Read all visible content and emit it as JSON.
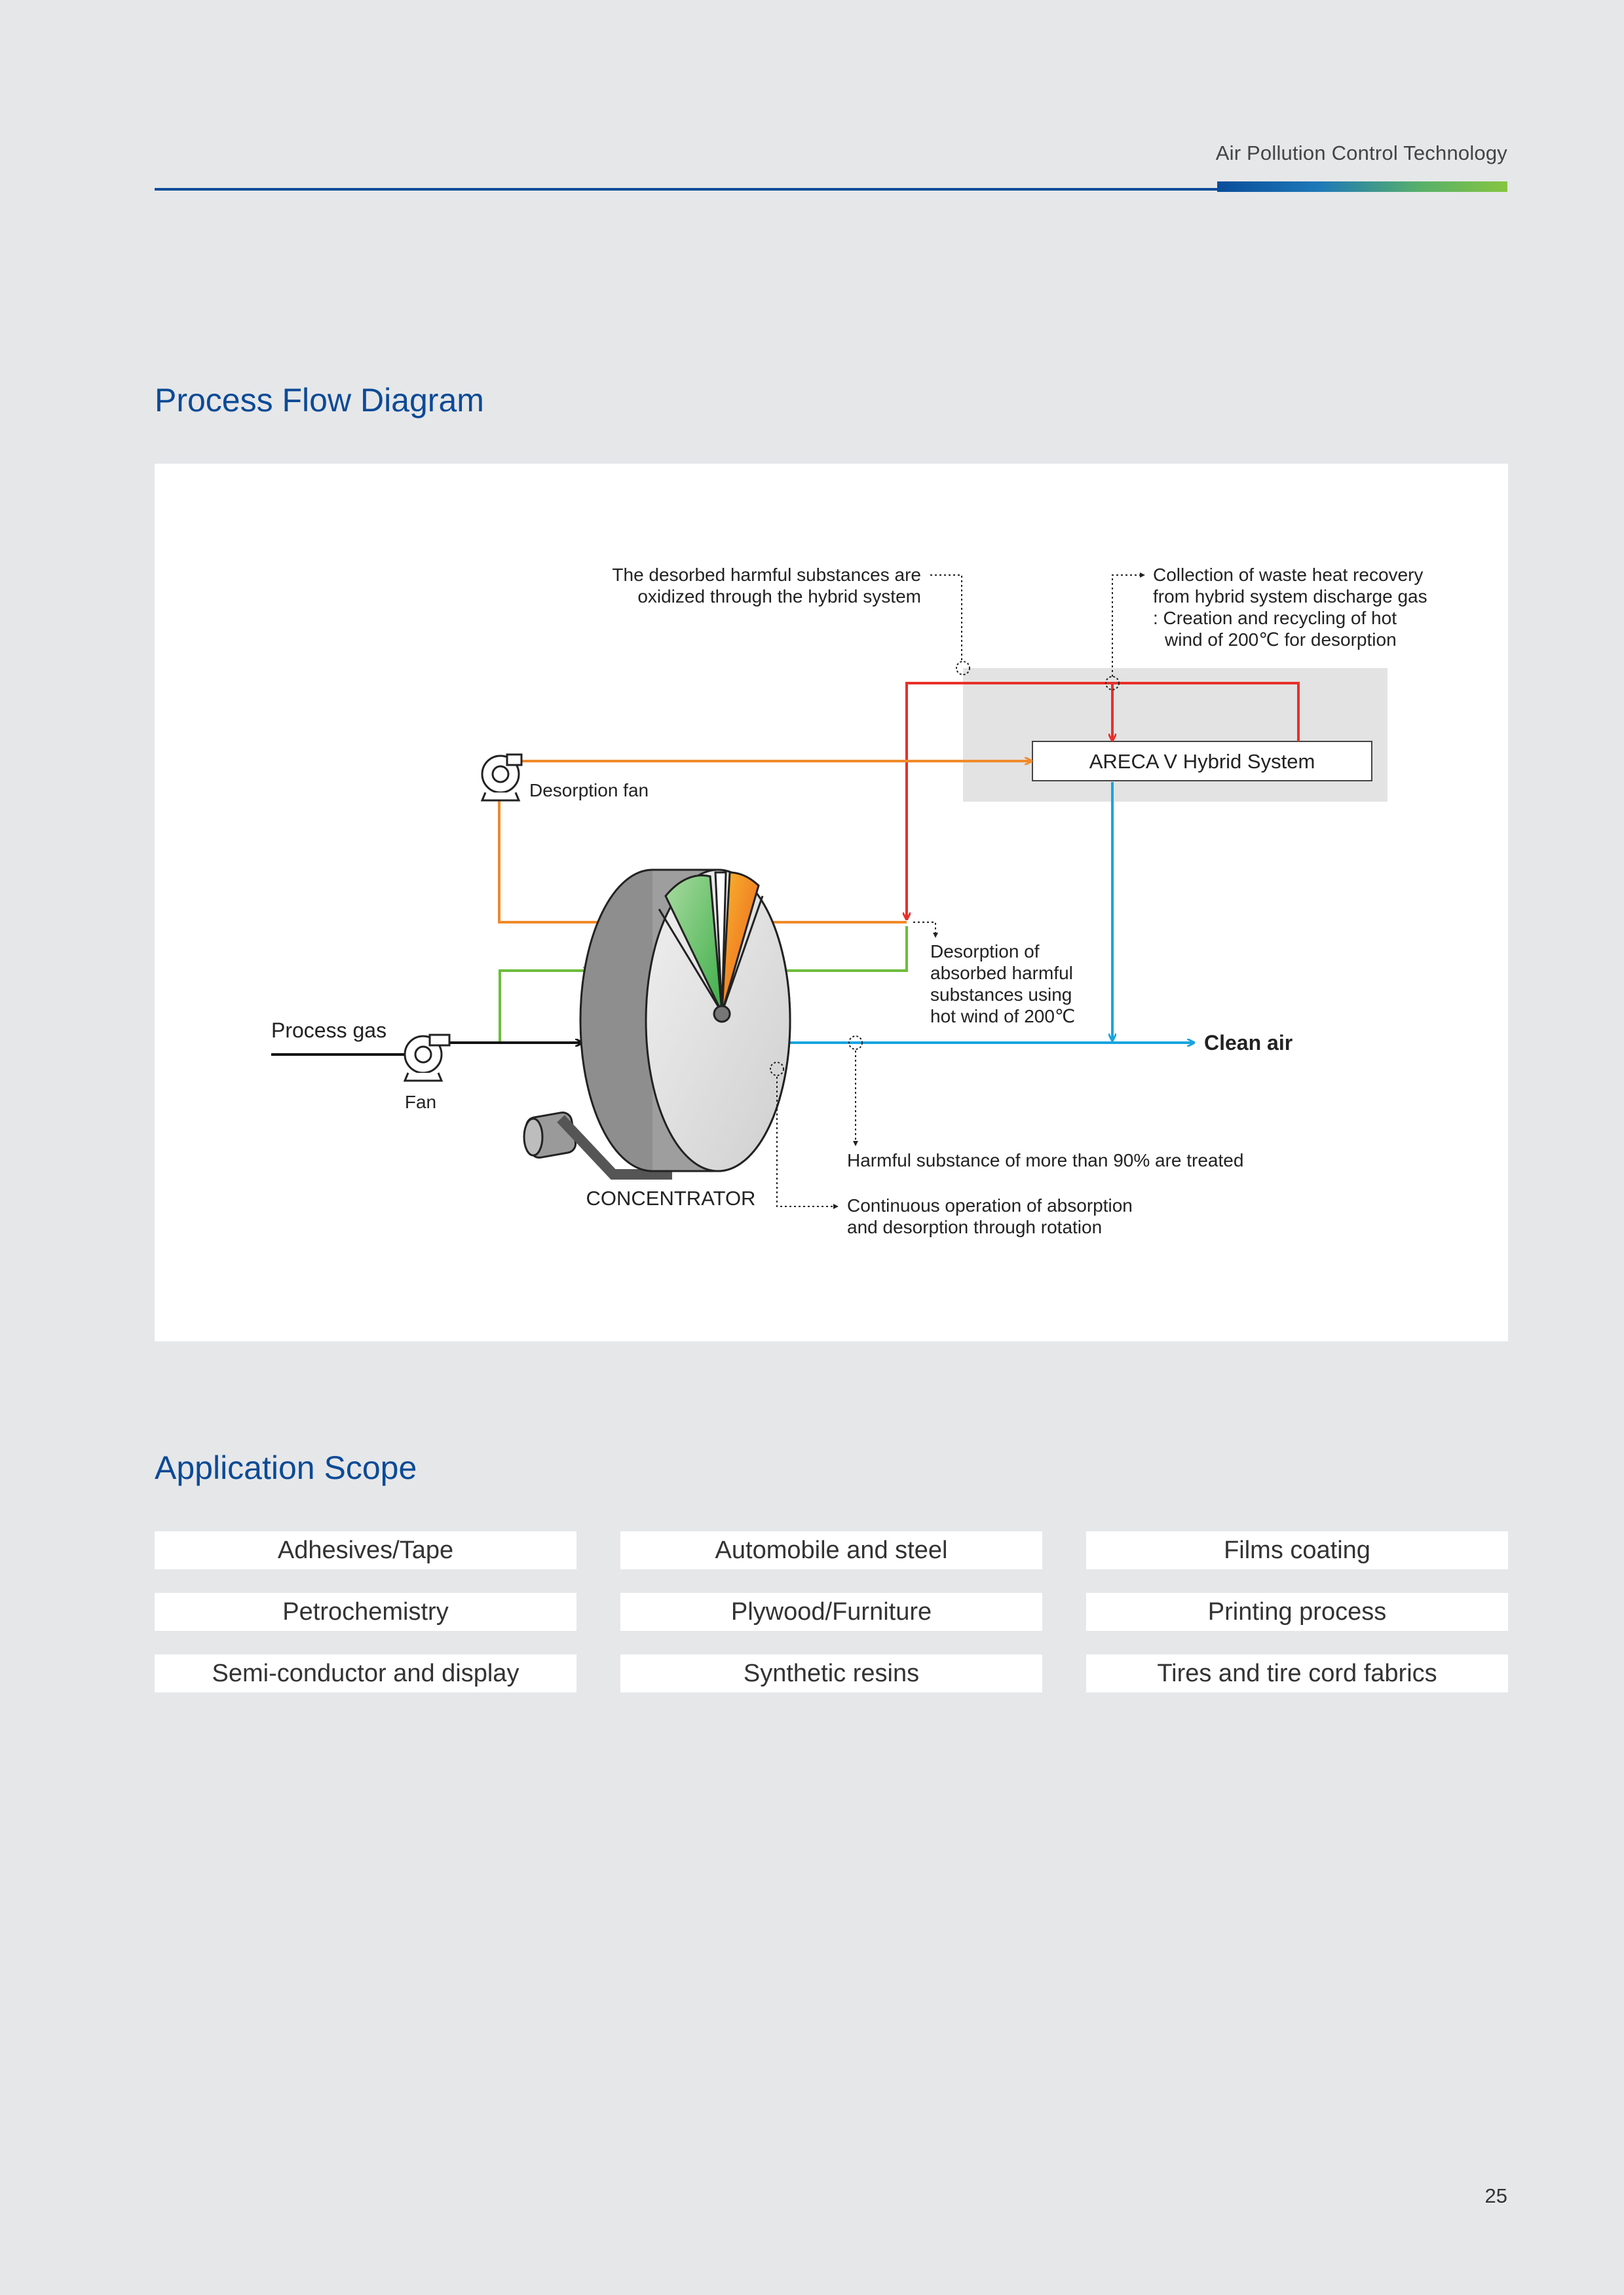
{
  "header": {
    "title": "Air Pollution Control Technology"
  },
  "sections": {
    "process_flow_title": "Process Flow Diagram",
    "application_scope_title": "Application Scope"
  },
  "diagram": {
    "hybrid_system_label": "ARECA V Hybrid System",
    "desorption_fan_label": "Desorption fan",
    "process_gas_label": "Process gas",
    "fan_label": "Fan",
    "concentrator_label": "CONCENTRATOR",
    "clean_air_label": "Clean air",
    "note_oxidized": [
      "The desorbed harmful substances are",
      "oxidized through the hybrid system"
    ],
    "note_heat_recovery": [
      "Collection of waste heat recovery",
      "from hybrid system discharge gas",
      ": Creation and recycling of hot",
      "wind of 200℃ for desorption"
    ],
    "note_desorption": [
      "Desorption of",
      "absorbed harmful",
      "substances using",
      "hot wind of 200℃"
    ],
    "note_treated": "Harmful substance of more than 90% are treated",
    "note_rotation": [
      "Continuous operation of absorption",
      "and desorption through rotation"
    ],
    "colors": {
      "hot_wind": "#e8302a",
      "desorption_air": "#f08a2a",
      "cooling_air": "#6cbd3c",
      "clean_air": "#18a4e0",
      "process_gas": "#111111"
    }
  },
  "application_scope": [
    "Adhesives/Tape",
    "Automobile and steel",
    "Films coating",
    "Petrochemistry",
    "Plywood/Furniture",
    "Printing process",
    "Semi-conductor and display",
    "Synthetic resins",
    "Tires and tire cord fabrics"
  ],
  "page_number": "25"
}
